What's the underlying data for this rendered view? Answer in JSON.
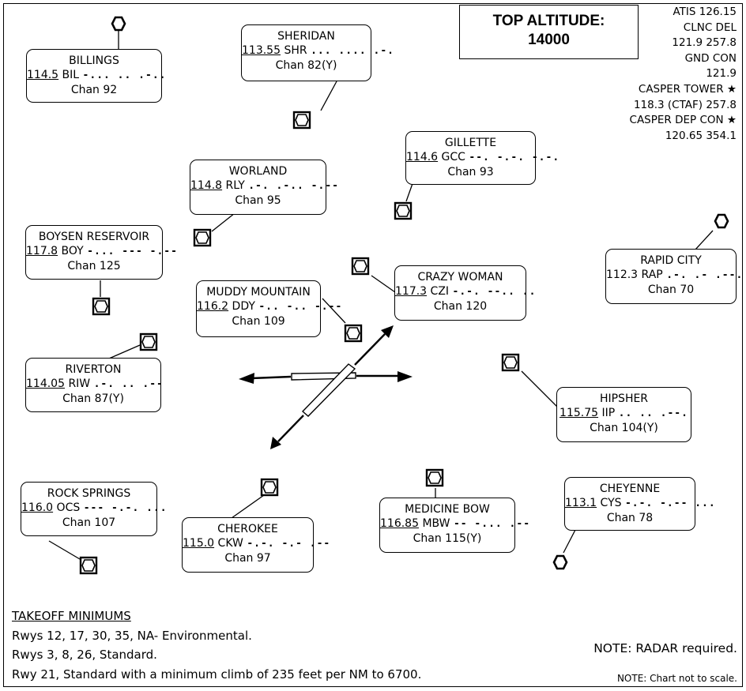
{
  "top_altitude": {
    "label": "TOP ALTITUDE:",
    "value": "14000"
  },
  "frequencies": [
    "ATIS 126.15",
    "CLNC DEL",
    "121.9 257.8",
    "GND CON",
    "121.9",
    "CASPER TOWER ★",
    "118.3 (CTAF) 257.8",
    "CASPER DEP CON ★",
    "120.65 354.1"
  ],
  "navaids": [
    {
      "name": "BILLINGS",
      "freq": "114.5",
      "ident": "BIL",
      "morse": "-... .. .-..",
      "chan": "Chan 92"
    },
    {
      "name": "SHERIDAN",
      "freq": "113.55",
      "ident": "SHR",
      "morse": "... .... .-.",
      "chan": "Chan 82(Y)"
    },
    {
      "name": "GILLETTE",
      "freq": "114.6",
      "ident": "GCC",
      "morse": "--. -.-. -.-.",
      "chan": "Chan 93"
    },
    {
      "name": "WORLAND",
      "freq": "114.8",
      "ident": "RLY",
      "morse": ".-. .-.. -.--",
      "chan": "Chan 95"
    },
    {
      "name": "BOYSEN RESERVOIR",
      "freq": "117.8",
      "ident": "BOY",
      "morse": "-... --- -.--",
      "chan": "Chan 125"
    },
    {
      "name": "RAPID CITY",
      "freq": "112.3",
      "ident": "RAP",
      "morse": ".-. .- .--.",
      "chan": "Chan 70"
    },
    {
      "name": "CRAZY WOMAN",
      "freq": "117.3",
      "ident": "CZI",
      "morse": "-.-. --.. ..",
      "chan": "Chan 120"
    },
    {
      "name": "MUDDY MOUNTAIN",
      "freq": "116.2",
      "ident": "DDY",
      "morse": "-.. -.. -.--",
      "chan": "Chan 109"
    },
    {
      "name": "RIVERTON",
      "freq": "114.05",
      "ident": "RIW",
      "morse": ".-. .. .--",
      "chan": "Chan 87(Y)"
    },
    {
      "name": "HIPSHER",
      "freq": "115.75",
      "ident": "IIP",
      "morse": ".. .. .--.",
      "chan": "Chan 104(Y)"
    },
    {
      "name": "ROCK SPRINGS",
      "freq": "116.0",
      "ident": "OCS",
      "morse": "--- -.-. ...",
      "chan": "Chan 107"
    },
    {
      "name": "CHEROKEE",
      "freq": "115.0",
      "ident": "CKW",
      "morse": "-.-. -.- .--",
      "chan": "Chan 97"
    },
    {
      "name": "MEDICINE BOW",
      "freq": "116.85",
      "ident": "MBW",
      "morse": "-- -... .--",
      "chan": "Chan 115(Y)"
    },
    {
      "name": "CHEYENNE",
      "freq": "113.1",
      "ident": "CYS",
      "morse": "-.-. -.-- ...",
      "chan": "Chan 78"
    }
  ],
  "takeoff": {
    "heading": "TAKEOFF MINIMUMS",
    "lines": [
      "Rwys 12, 17, 30, 35, NA- Environmental.",
      "Rwys 3, 8, 26, Standard.",
      "Rwy 21, Standard with a minimum climb of 235 feet per NM to 6700."
    ]
  },
  "notes": {
    "radar": "NOTE: RADAR required.",
    "scale": "NOTE: Chart not to scale."
  }
}
